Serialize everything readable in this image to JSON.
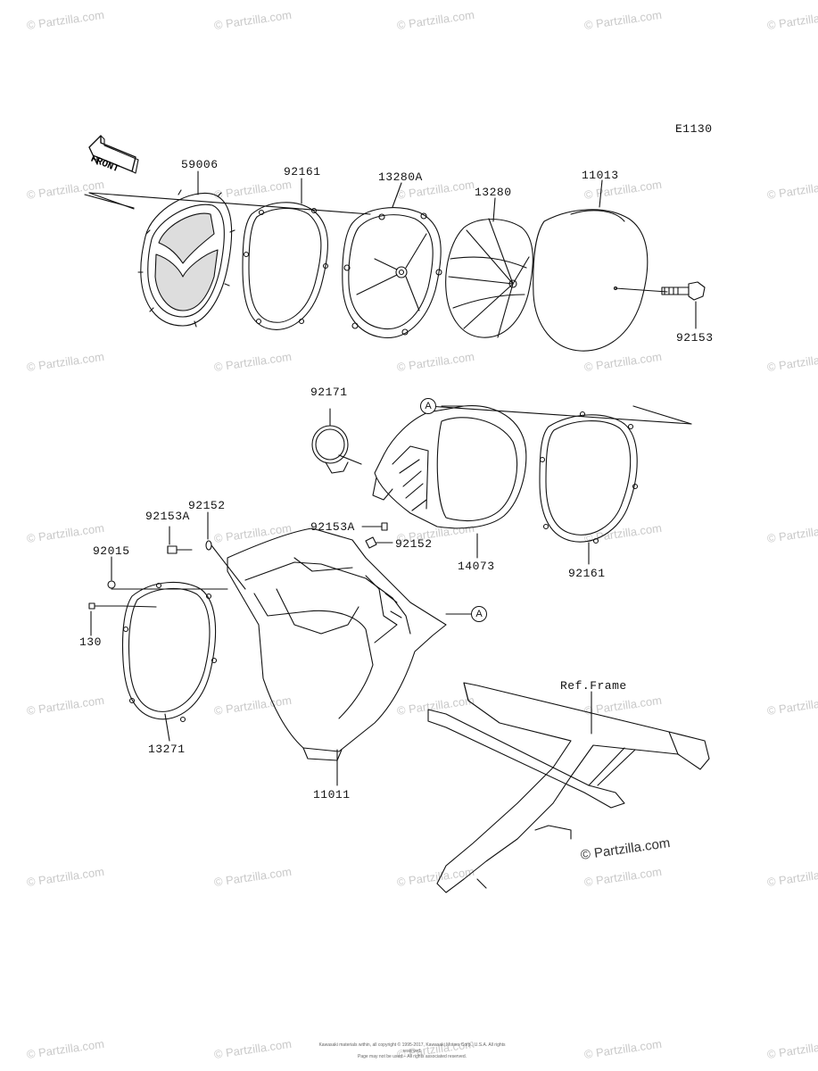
{
  "diagram": {
    "code": "E1130",
    "front_label": "FRONT",
    "callout_letter": "A",
    "reference_label": "Ref.Frame",
    "parts": {
      "p59006": "59006",
      "p92161_top": "92161",
      "p13280A": "13280A",
      "p13280": "13280",
      "p11013": "11013",
      "p92153": "92153",
      "p92171": "92171",
      "p14073": "14073",
      "p92161_mid": "92161",
      "p92153A_left": "92153A",
      "p92152_left": "92152",
      "p92153A_right": "92153A",
      "p92152_right": "92152",
      "p92015": "92015",
      "p130": "130",
      "p13271": "13271",
      "p11011": "11011"
    }
  },
  "watermark": {
    "text": "© Partzilla.com",
    "main_text": "© Partzilla.com"
  },
  "footer": {
    "line1": "Kawasaki materials within, all copyright © 1995-2017, Kawasaki Motors Corp., U.S.A. All rights reserved.",
    "line2": "Page may not be used – All rights associated reserved."
  }
}
